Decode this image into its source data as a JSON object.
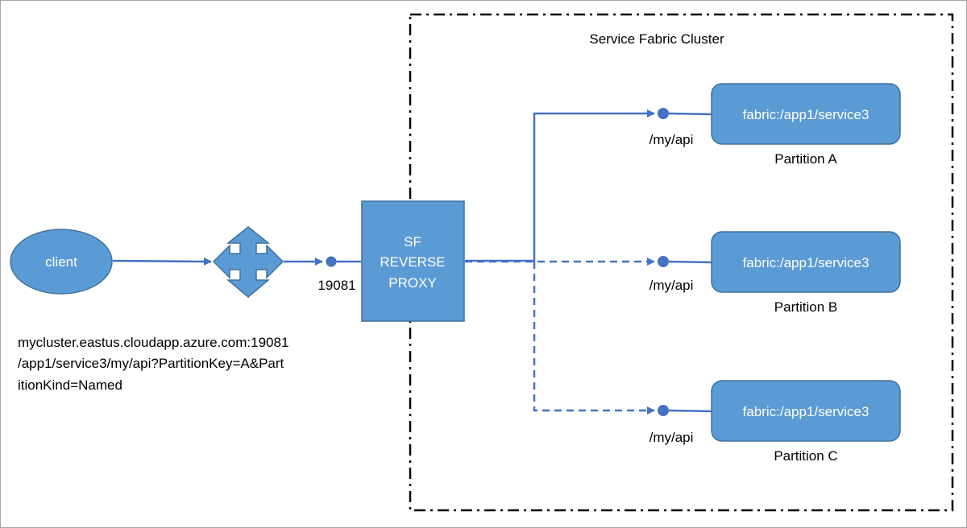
{
  "diagram": {
    "cluster_label": "Service Fabric Cluster",
    "client_label": "client",
    "port_label": "19081",
    "proxy_label_lines": [
      "SF",
      "REVERSE",
      "PROXY"
    ],
    "request_url_lines": [
      "mycluster.eastus.cloudapp.azure.com:19081",
      "/app1/service3/my/api?PartitionKey=A&Part",
      "itionKind=Named"
    ],
    "partitions": [
      {
        "service": "fabric:/app1/service3",
        "endpoint": "/my/api",
        "name": "Partition A",
        "connection": "solid"
      },
      {
        "service": "fabric:/app1/service3",
        "endpoint": "/my/api",
        "name": "Partition B",
        "connection": "dashed"
      },
      {
        "service": "fabric:/app1/service3",
        "endpoint": "/my/api",
        "name": "Partition C",
        "connection": "dashed"
      }
    ],
    "colors": {
      "shape_fill": "#5b9bd5",
      "shape_stroke": "#41719c",
      "line": "#4472c4",
      "dot": "#4472c4",
      "cluster_border": "#000000",
      "frame": "#a6a6a6"
    }
  }
}
